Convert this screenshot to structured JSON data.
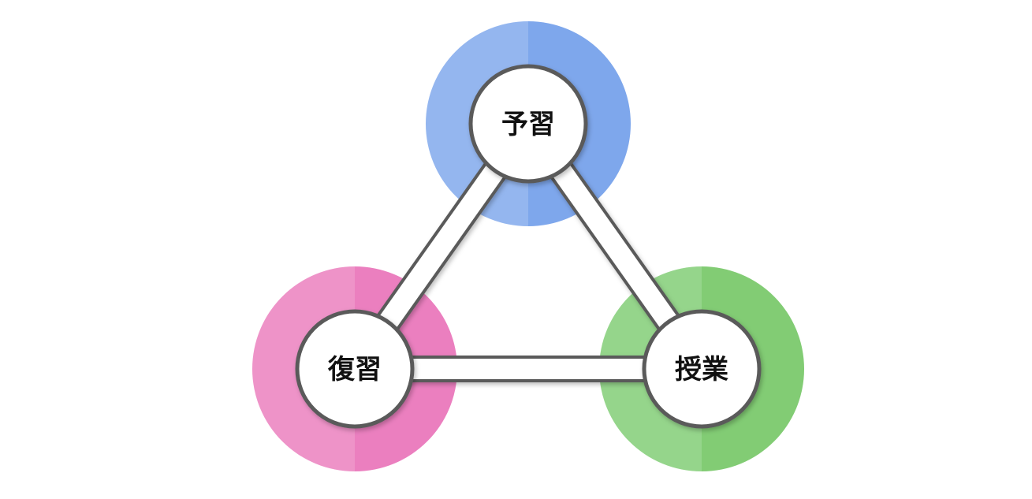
{
  "nodes": {
    "top": {
      "label": "予習",
      "color_light": "#94b6ef",
      "color_dark": "#7ea7ec"
    },
    "left": {
      "label": "復習",
      "color_light": "#ee93c8",
      "color_dark": "#eb7fbf"
    },
    "right": {
      "label": "授業",
      "color_light": "#95d58b",
      "color_dark": "#82cc74"
    }
  },
  "colors": {
    "border": "#5a5a5a",
    "fill": "#ffffff"
  }
}
